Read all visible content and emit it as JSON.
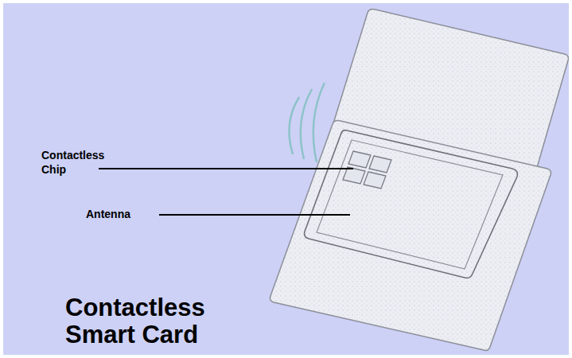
{
  "diagram": {
    "title": "Contactless Smart Card",
    "labels": [
      "Contactless Chip",
      "Antenna"
    ]
  }
}
